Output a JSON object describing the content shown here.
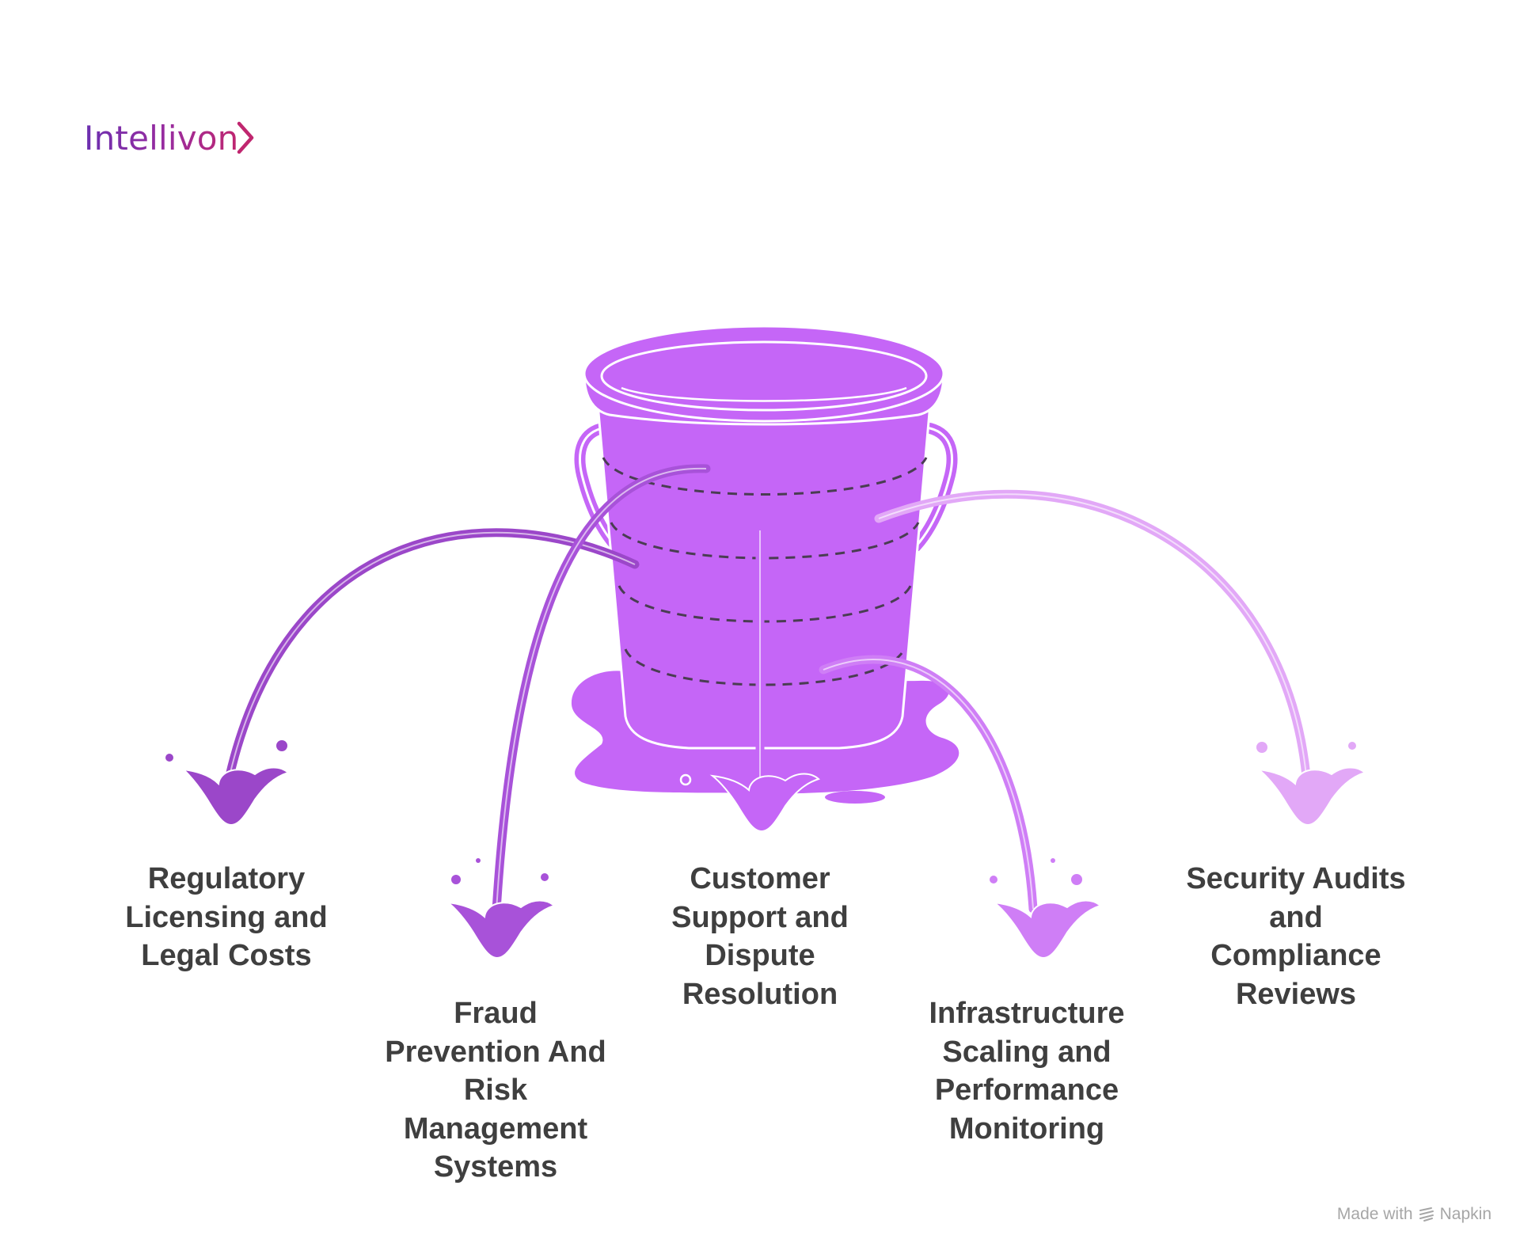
{
  "brand": {
    "logo_text": "Intellivon",
    "logo_gradient": [
      "#6b2fb0",
      "#c0266f"
    ]
  },
  "diagram": {
    "central_icon": "leaking-bucket-icon",
    "colors": {
      "bucket": "#c566f7",
      "bucket_outline": "#ffffff",
      "dashed_bands": "#4a3d52",
      "stream_1": "#9b47c9",
      "stream_2": "#a852d9",
      "stream_3": "#c566f7",
      "stream_4": "#cf7ef6",
      "stream_5": "#e2a8f7",
      "label_text": "#3f3f3f"
    },
    "leaks": [
      {
        "lines": [
          "Regulatory",
          "Licensing and",
          "Legal Costs"
        ]
      },
      {
        "lines": [
          "Fraud",
          "Prevention And",
          "Risk",
          "Management",
          "Systems"
        ]
      },
      {
        "lines": [
          "Customer",
          "Support and",
          "Dispute",
          "Resolution"
        ]
      },
      {
        "lines": [
          "Infrastructure",
          "Scaling and",
          "Performance",
          "Monitoring"
        ]
      },
      {
        "lines": [
          "Security Audits",
          "and",
          "Compliance",
          "Reviews"
        ]
      }
    ]
  },
  "footer": {
    "made_with": "Made with",
    "napkin": "Napkin",
    "napkin_icon": "napkin-logo-icon"
  }
}
